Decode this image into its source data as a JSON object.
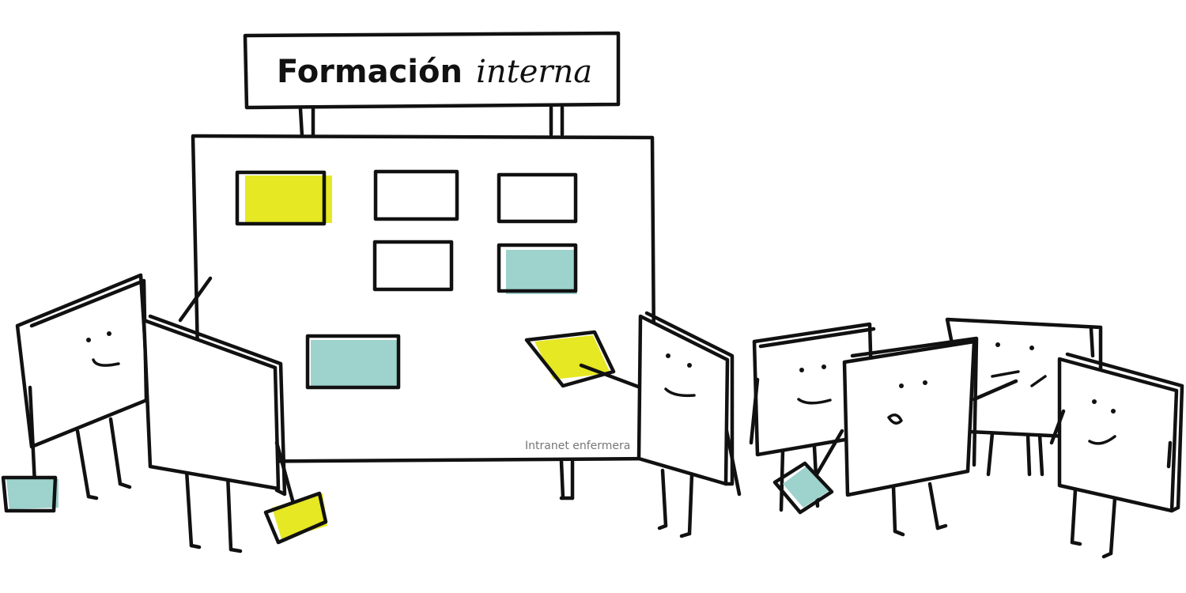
{
  "sign": {
    "title_main": "Formación",
    "title_accent": "interna"
  },
  "watermark": "Intranet enfermera",
  "colors": {
    "ink": "#111111",
    "yellow": "#E5E823",
    "teal": "#9DD2CD",
    "paper": "#FFFFFF",
    "watermark": "#777777"
  },
  "board": {
    "cards": [
      "yellow",
      "white",
      "white",
      "white",
      "teal",
      "teal"
    ]
  },
  "characters": [
    "figure-far-left",
    "figure-left",
    "figure-pointing",
    "figure-right-1",
    "figure-right-2",
    "figure-back",
    "figure-far-right"
  ]
}
